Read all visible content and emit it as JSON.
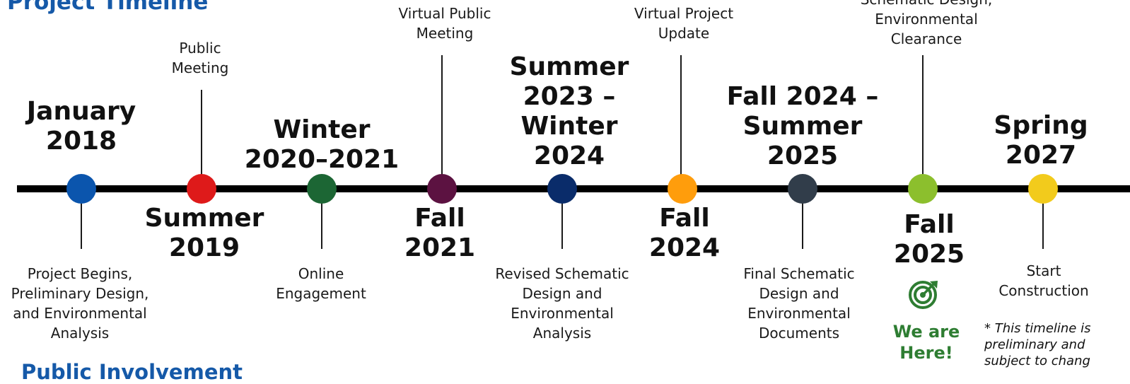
{
  "headings": {
    "top": "Project Timeline",
    "bottom": "Public Involvement"
  },
  "milestones": [
    {
      "date": "January\n2018",
      "desc": "Project Begins,\nPreliminary Design,\nand Environmental\nAnalysis",
      "color": "#0b55ad"
    },
    {
      "date": "Summer\n2019",
      "desc": "Public\nMeeting",
      "color": "#de1a1a"
    },
    {
      "date": "Winter\n2020–2021",
      "desc": "Online\nEngagement",
      "color": "#1c6634"
    },
    {
      "date": "Fall\n2021",
      "desc": "Virtual Public\nMeeting",
      "color": "#5c1241"
    },
    {
      "date": "Summer\n2023 –\nWinter\n2024",
      "desc": "Revised Schematic\nDesign and\nEnvironmental\nAnalysis",
      "color": "#0a2c6a"
    },
    {
      "date": "Fall\n2024",
      "desc": "Virtual Project\nUpdate",
      "color": "#ff9d0c"
    },
    {
      "date": "Fall 2024 –\nSummer\n2025",
      "desc": "Final Schematic\nDesign and\nEnvironmental\nDocuments",
      "color": "#313d4a"
    },
    {
      "date": "Fall\n2025",
      "desc": "Schematic Design,\nEnvironmental\nClearance",
      "color": "#8cbf2d"
    },
    {
      "date": "Spring\n2027",
      "desc": "Start\nConstruction",
      "color": "#f2cb1c"
    }
  ],
  "we_are_here": "We are\nHere!",
  "footnote": "* This timeline is\npreliminary and\nsubject to chang"
}
